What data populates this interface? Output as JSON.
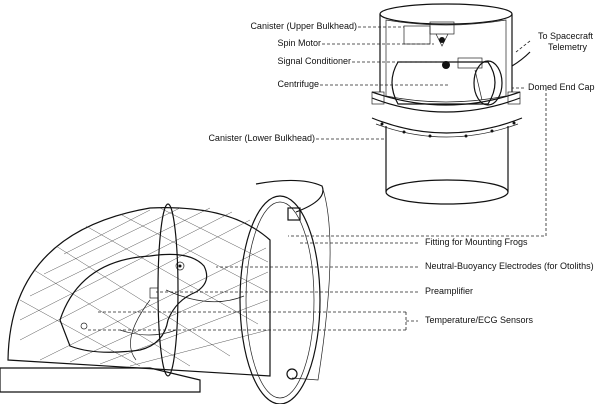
{
  "labels": {
    "canister_upper": "Canister (Upper Bulkhead)",
    "spin_motor": "Spin Motor",
    "signal_conditioner": "Signal Conditioner",
    "centrifuge": "Centrifuge",
    "canister_lower": "Canister (Lower Bulkhead)",
    "to_spacecraft": "To Spacecraft",
    "telemetry": "Telemetry",
    "domed_end_cap": "Domed End Cap",
    "fitting": "Fitting for Mounting Frogs",
    "electrodes": "Neutral-Buoyancy Electrodes (for Otoliths)",
    "preamplifier": "Preamplifier",
    "sensors": "Temperature/ECG Sensors"
  }
}
